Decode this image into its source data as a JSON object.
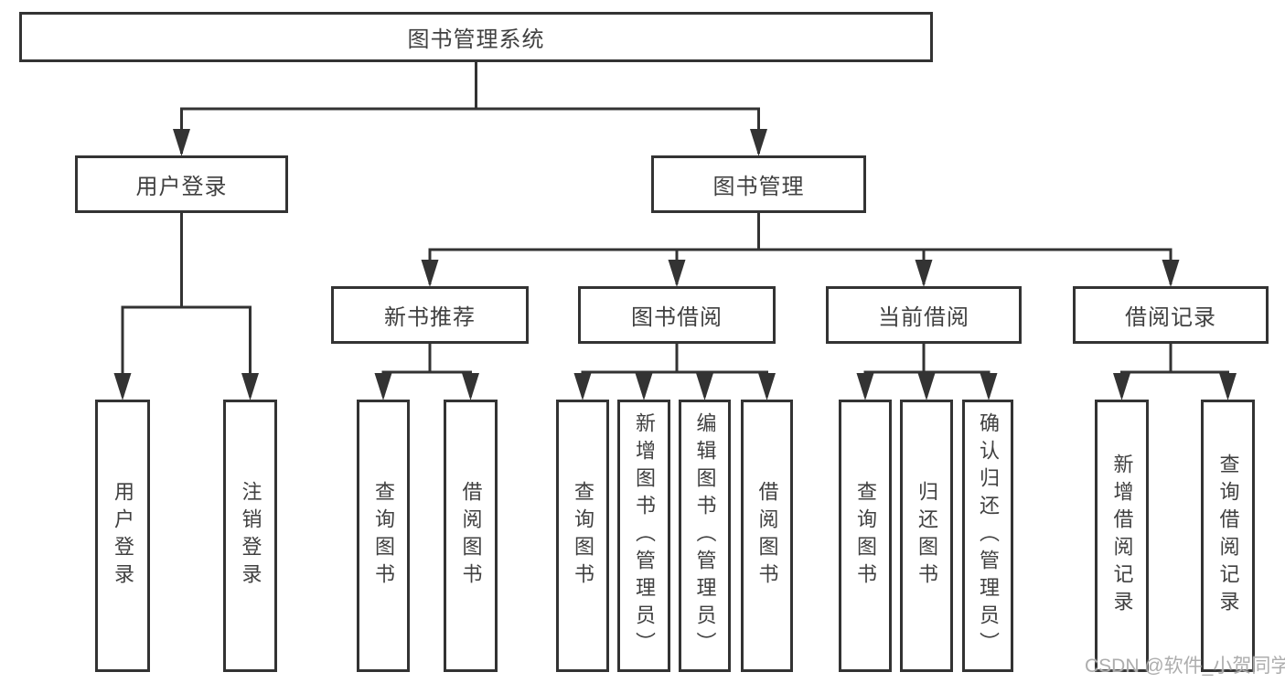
{
  "colors": {
    "line": "#333333",
    "text": "#404040",
    "box_bg": "#ffffff",
    "page_bg": "#ffffff",
    "watermark": "#adadad"
  },
  "watermark": {
    "text": "CSDN @软件_小贺同学"
  },
  "tree": {
    "label": "图书管理系统",
    "children": [
      {
        "label": "用户登录",
        "children": [
          {
            "label": "用户登录"
          },
          {
            "label": "注销登录"
          }
        ]
      },
      {
        "label": "图书管理",
        "children": [
          {
            "label": "新书推荐",
            "children": [
              {
                "label": "查询图书"
              },
              {
                "label": "借阅图书"
              }
            ]
          },
          {
            "label": "图书借阅",
            "children": [
              {
                "label": "查询图书"
              },
              {
                "label": "新增图书（管理员）"
              },
              {
                "label": "编辑图书（管理员）"
              },
              {
                "label": "借阅图书"
              }
            ]
          },
          {
            "label": "当前借阅",
            "children": [
              {
                "label": "查询图书"
              },
              {
                "label": "归还图书"
              },
              {
                "label": "确认归还（管理员）"
              }
            ]
          },
          {
            "label": "借阅记录",
            "children": [
              {
                "label": "新增借阅记录"
              },
              {
                "label": "查询借阅记录"
              }
            ]
          }
        ]
      }
    ]
  }
}
